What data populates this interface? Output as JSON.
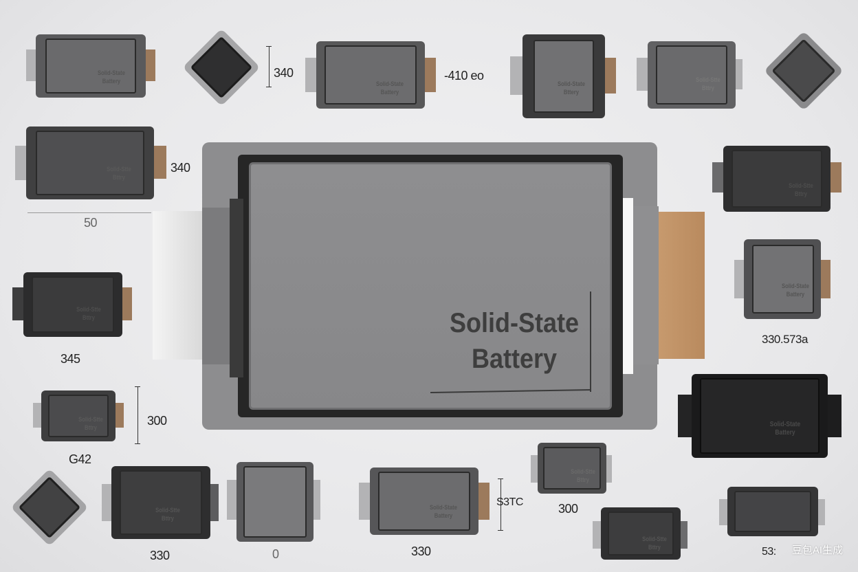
{
  "main_battery": {
    "label_line1": "Solid-State",
    "label_line2": "Battery"
  },
  "small_labels": {
    "solid_state": "Solid-State",
    "battery": "Battery",
    "battery_variant": "Bttery",
    "blurred_a": "Solid-Stte",
    "blurred_b": "Bttry"
  },
  "dimensions": {
    "d1": "340",
    "d2": "-410 eo",
    "d3": "340",
    "d4": "50",
    "d5": "345",
    "d6": "330.573a",
    "d7": "300",
    "d8": "G42",
    "d9": "330",
    "d10": "0",
    "d11": "330",
    "d12": "S3TC",
    "d13": "300",
    "d14": "53:"
  },
  "watermark": "豆包AI生成"
}
